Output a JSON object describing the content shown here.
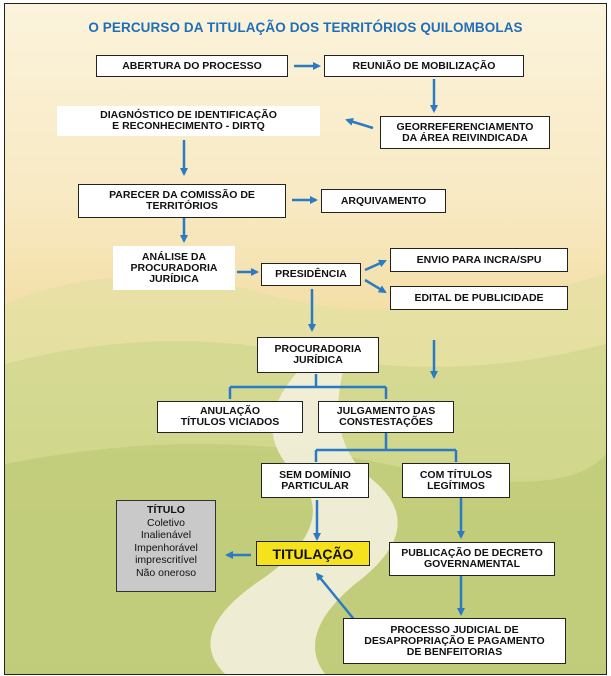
{
  "title": "O PERCURSO DA TITULAÇÃO DOS TERRITÓRIOS QUILOMBOLAS",
  "nodes": {
    "abertura": "ABERTURA DO PROCESSO",
    "reuniao": "REUNIÃO DE MOBILIZAÇÃO",
    "diagnostico_1": "DIAGNÓSTICO DE IDENTIFICAÇÃO",
    "diagnostico_2": "E RECONHECIMENTO - DIRTQ",
    "georref_1": "GEORREFERENCIAMENTO",
    "georref_2": "DA ÁREA REIVINDICADA",
    "parecer_1": "PARECER DA COMISSÃO DE",
    "parecer_2": "TERRITÓRIOS",
    "arquivamento": "ARQUIVAMENTO",
    "analise_1": "ANÁLISE DA",
    "analise_2": "PROCURADORIA",
    "analise_3": "JURÍDICA",
    "presidencia": "PRESIDÊNCIA",
    "envio": "ENVIO PARA INCRA/SPU",
    "edital": "EDITAL DE PUBLICIDADE",
    "procuradoria_1": "PROCURADORIA",
    "procuradoria_2": "JURÍDICA",
    "anulacao_1": "ANULAÇÃO",
    "anulacao_2": "TÍTULOS VICIADOS",
    "julgamento_1": "JULGAMENTO DAS",
    "julgamento_2": "CONSTESTAÇÕES",
    "sem_dominio_1": "SEM DOMÍNIO",
    "sem_dominio_2": "PARTICULAR",
    "com_titulos_1": "COM TÍTULOS",
    "com_titulos_2": "LEGÍTIMOS",
    "titulacao": "TITULAÇÃO",
    "publicacao_1": "PUBLICAÇÃO DE DECRETO",
    "publicacao_2": "GOVERNAMENTAL",
    "processo_1": "PROCESSO JUDICIAL DE",
    "processo_2": "DESAPROPRIAÇÃO E PAGAMENTO",
    "processo_3": "DE BENFEITORIAS"
  },
  "titulo_box": {
    "heading": "TÍTULO",
    "items": [
      "Coletivo",
      "Inalienável",
      "Impenhorável",
      "imprescritível",
      "Não oneroso"
    ]
  },
  "colors": {
    "title": "#1f6fb8",
    "arrow": "#2a7bc4",
    "titulacao": "#f5e21c",
    "titulo_box": "#c9c9c9"
  }
}
